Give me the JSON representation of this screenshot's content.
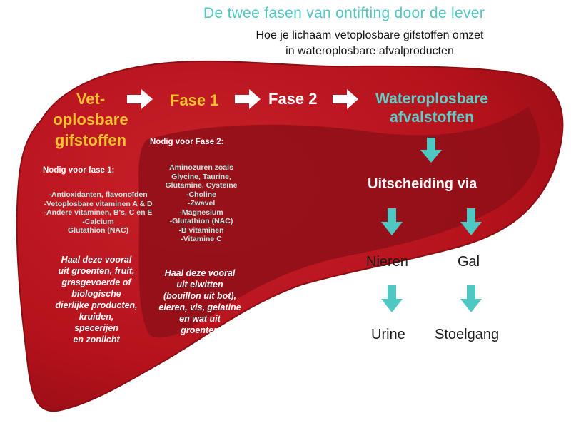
{
  "title": "De twee fasen van ontifting door de lever",
  "subtitle": "Hoe je lichaam vetoplosbare gifstoffen omzet\nin wateroplosbare afvalproducten",
  "flow": {
    "vet": "Vet-\noplosbare\ngifstoffen",
    "fase1": "Fase 1",
    "fase2": "Fase 2",
    "water": "Wateroplosbare\nafvalstoffen"
  },
  "fase1_box": {
    "heading": "Nodig voor fase 1:",
    "items": "-Antioxidanten, flavonoïden\n-Vetoplosbare vitaminen A & D\n-Andere vitaminen, B's, C en E\n-Calcium\nGlutathion (NAC)",
    "sources": "Haal deze vooral\nuit groenten, fruit,\ngrasgevoerde of\nbiologische\ndierlijke producten,\nkruiden,\nspecerijen\nen zonlicht"
  },
  "fase2_box": {
    "heading": "Nodig voor Fase 2:",
    "items": "Aminozuren zoals\nGlycine, Taurine,\nGlutamine, Cysteïne\n-Choline\n-Zwavel\n-Magnesium\n-Glutathion (NAC)\n-B vitaminen\n-Vitamine C",
    "sources": "Haal deze vooral\nuit eiwitten\n(bouillon uit bot),\neieren, vis, gelatine\nen wat uit\ngroenten"
  },
  "excretion": {
    "heading": "Uitscheiding via",
    "left": "Nieren",
    "right": "Gal",
    "left_out": "Urine",
    "right_out": "Stoelgang"
  },
  "colors": {
    "liver_main": "#b5121b",
    "liver_dark": "#8e0f17",
    "teal": "#4fc7c2",
    "yellow": "#f9c02f"
  }
}
